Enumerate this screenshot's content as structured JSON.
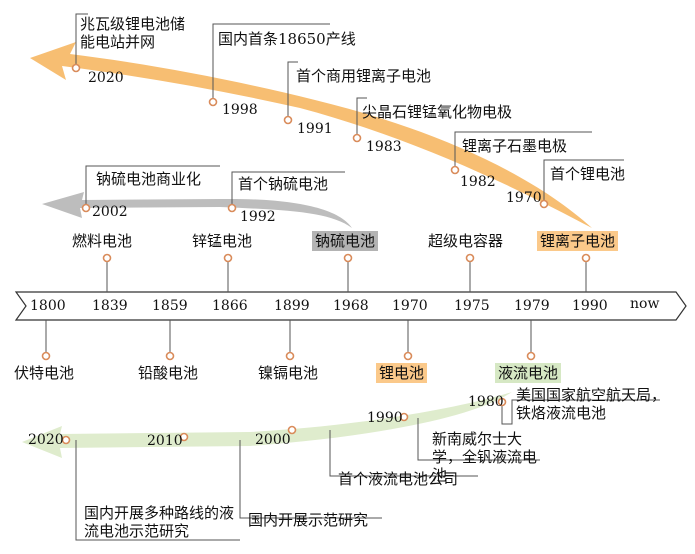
{
  "colors": {
    "liion_arrow": "#f7be72",
    "nas_arrow": "#bdbdbd",
    "flow_arrow": "#dfeccd",
    "dot": "#d98b5a",
    "hl_orange": "#fbc98a",
    "hl_gray": "#b3b3b3",
    "hl_green": "#d6e8c4",
    "axis": "#333333"
  },
  "axis": {
    "years": [
      "1800",
      "1839",
      "1859",
      "1866",
      "1899",
      "1968",
      "1970",
      "1975",
      "1979",
      "1990"
    ],
    "end_label": "now"
  },
  "above": [
    "燃料电池",
    "锌锰电池",
    "钠硫电池",
    "超级电容器",
    "锂离子电池"
  ],
  "below": [
    "伏特电池",
    "铅酸电池",
    "镍镉电池",
    "锂电池",
    "液流电池"
  ],
  "liion": {
    "years": [
      "2020",
      "1998",
      "1991",
      "1983",
      "1982",
      "1970"
    ],
    "events": [
      "兆瓦级锂电池储能电站并网",
      "国内首条18650产线",
      "首个商用锂离子电池",
      "尖晶石锂锰氧化物电极",
      "锂离子石墨电极",
      "首个锂电池"
    ]
  },
  "nas": {
    "years": [
      "2002",
      "1992"
    ],
    "events": [
      "钠硫电池商业化",
      "首个钠硫电池"
    ]
  },
  "flow": {
    "years": [
      "2020",
      "2010",
      "2000",
      "1990",
      "1980"
    ],
    "events": [
      "国内开展多种路线的液流电池示范研究",
      "国内开展示范研究",
      "首个液流电池公司",
      "新南威尔士大学，全钒液流电池",
      "美国国家航空航天局，铁烙液流电池"
    ]
  }
}
